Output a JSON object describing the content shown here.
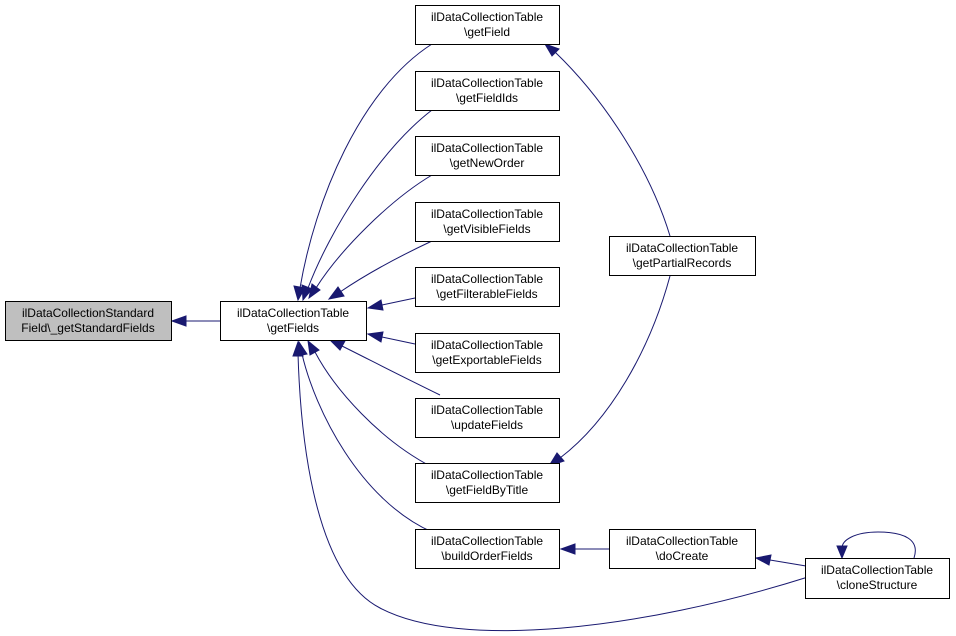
{
  "diagram": {
    "colors": {
      "edge": "#191970",
      "node_border": "#000000",
      "root_fill": "#bfbfbf",
      "node_fill": "#ffffff"
    },
    "nodes": {
      "standard": {
        "line1": "ilDataCollectionStandard",
        "line2": "Field\\_getStandardFields"
      },
      "getFields": {
        "line1": "ilDataCollectionTable",
        "line2": "\\getFields"
      },
      "getField": {
        "line1": "ilDataCollectionTable",
        "line2": "\\getField"
      },
      "getFieldIds": {
        "line1": "ilDataCollectionTable",
        "line2": "\\getFieldIds"
      },
      "getNewOrder": {
        "line1": "ilDataCollectionTable",
        "line2": "\\getNewOrder"
      },
      "getVisibleFields": {
        "line1": "ilDataCollectionTable",
        "line2": "\\getVisibleFields"
      },
      "getFilterableFields": {
        "line1": "ilDataCollectionTable",
        "line2": "\\getFilterableFields"
      },
      "getExportableFields": {
        "line1": "ilDataCollectionTable",
        "line2": "\\getExportableFields"
      },
      "updateFields": {
        "line1": "ilDataCollectionTable",
        "line2": "\\updateFields"
      },
      "getFieldByTitle": {
        "line1": "ilDataCollectionTable",
        "line2": "\\getFieldByTitle"
      },
      "buildOrderFields": {
        "line1": "ilDataCollectionTable",
        "line2": "\\buildOrderFields"
      },
      "getPartialRecords": {
        "line1": "ilDataCollectionTable",
        "line2": "\\getPartialRecords"
      },
      "doCreate": {
        "line1": "ilDataCollectionTable",
        "line2": "\\doCreate"
      },
      "cloneStructure": {
        "line1": "ilDataCollectionTable",
        "line2": "\\cloneStructure"
      }
    },
    "edges": [
      {
        "from": "getFields",
        "to": "standard"
      },
      {
        "from": "getField",
        "to": "getFields"
      },
      {
        "from": "getFieldIds",
        "to": "getFields"
      },
      {
        "from": "getNewOrder",
        "to": "getFields"
      },
      {
        "from": "getVisibleFields",
        "to": "getFields"
      },
      {
        "from": "getFilterableFields",
        "to": "getFields"
      },
      {
        "from": "getExportableFields",
        "to": "getFields"
      },
      {
        "from": "updateFields",
        "to": "getFields"
      },
      {
        "from": "getFieldByTitle",
        "to": "getFields"
      },
      {
        "from": "buildOrderFields",
        "to": "getFields"
      },
      {
        "from": "cloneStructure",
        "to": "getFields"
      },
      {
        "from": "getPartialRecords",
        "to": "getField"
      },
      {
        "from": "getPartialRecords",
        "to": "getFieldByTitle"
      },
      {
        "from": "doCreate",
        "to": "buildOrderFields"
      },
      {
        "from": "cloneStructure",
        "to": "doCreate"
      },
      {
        "from": "cloneStructure",
        "to": "cloneStructure"
      }
    ]
  }
}
